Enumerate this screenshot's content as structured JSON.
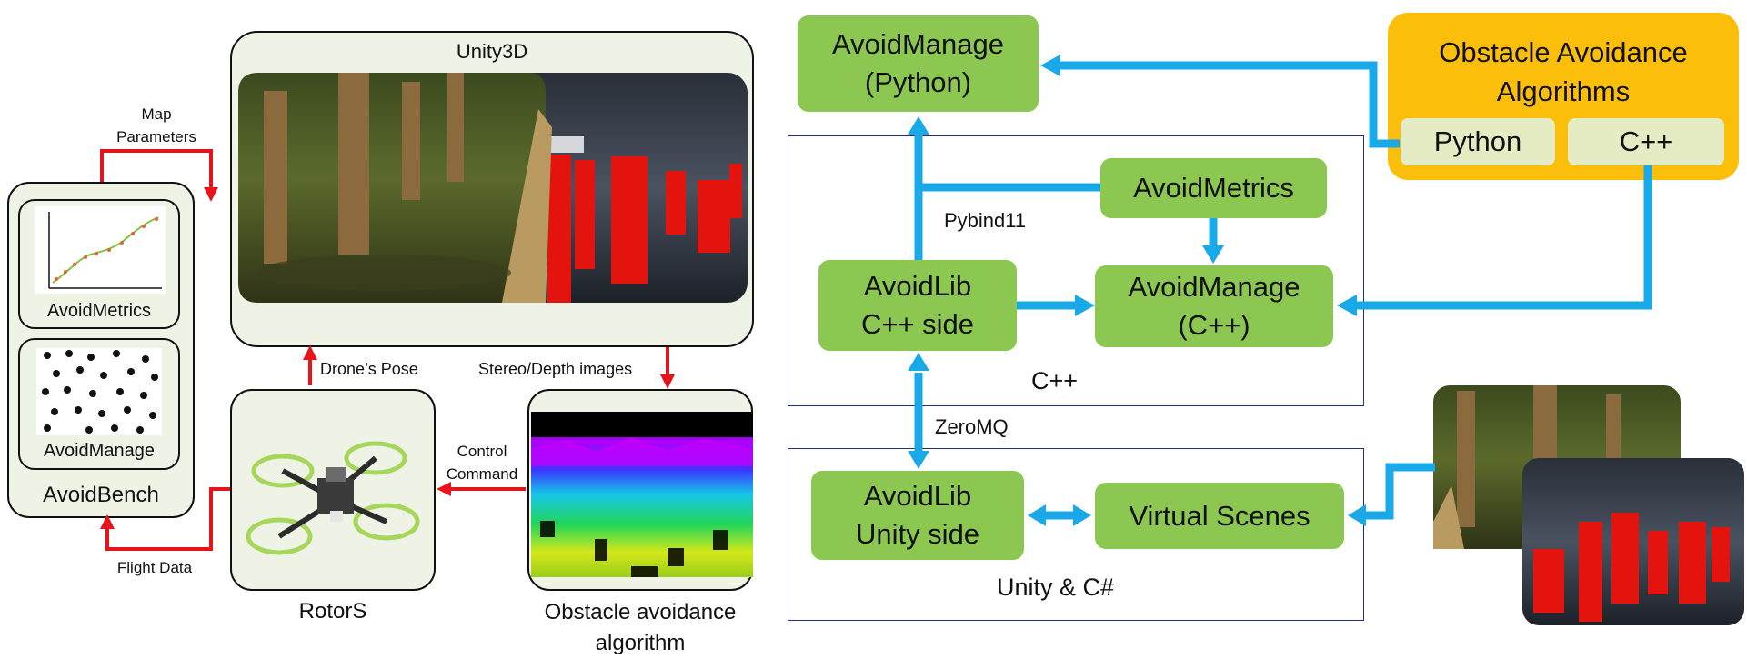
{
  "left": {
    "unity3d": "Unity3D",
    "map_parameters": "Map\nParameters",
    "avoidbench": "AvoidBench",
    "avoidmetrics": "AvoidMetrics",
    "avoidmanage": "AvoidManage",
    "drone_pose": "Drone’s Pose",
    "stereo_depth": "Stereo/Depth images",
    "control_command": "Control\nCommand",
    "flight_data": "Flight Data",
    "rotors": "RotorS",
    "obstacle_alg": "Obstacle avoidance\nalgorithm"
  },
  "right": {
    "avoidmanage_python": "AvoidManage\n(Python)",
    "obstacle_algorithms": "Obstacle Avoidance\nAlgorithms",
    "python_label": "Python",
    "cpp_label": "C++",
    "avoidmetrics": "AvoidMetrics",
    "pybind11": "Pybind11",
    "avoidlib_cpp": "AvoidLib\nC++ side",
    "avoidmanage_cpp": "AvoidManage\n(C++)",
    "cpp_frame_label": "C++",
    "zeromq": "ZeroMQ",
    "avoidlib_unity": "AvoidLib\nUnity side",
    "virtual_scenes": "Virtual Scenes",
    "unity_frame_label": "Unity & C#"
  },
  "colors": {
    "red_arrow": "#e8141c",
    "blue_arrow": "#1aa9e8",
    "green_box": "#8cc751",
    "yellow_box": "#fbbe0a",
    "panel_fill": "#eef3e6"
  }
}
